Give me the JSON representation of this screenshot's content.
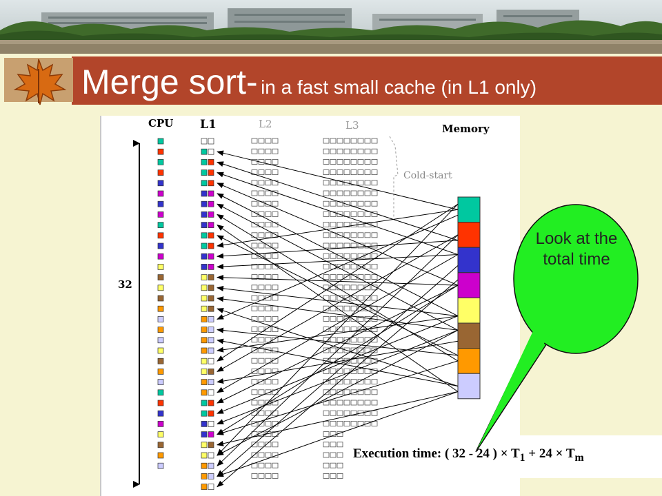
{
  "slide": {
    "title_main": "Merge sort-",
    "title_sub": "in a fast small cache (in L1 only)"
  },
  "diagram": {
    "labels": {
      "cpu": "CPU",
      "l1": "L1",
      "l2": "L2",
      "l3": "L3",
      "memory": "Memory",
      "cold_start": "Cold-start",
      "count": "32"
    },
    "memory_colors": [
      "#00c8a0",
      "#ff3300",
      "#3333cc",
      "#cc00cc",
      "#ffff66",
      "#996633",
      "#ff9900",
      "#ccccff"
    ],
    "cpu_sequence": [
      0,
      1,
      0,
      1,
      2,
      3,
      2,
      3,
      0,
      1,
      2,
      3,
      4,
      5,
      4,
      5,
      6,
      7,
      6,
      7,
      4,
      5,
      6,
      7,
      0,
      1,
      2,
      3,
      4,
      5,
      6,
      7
    ]
  },
  "callout": {
    "text": "Look at the total time",
    "color": "#22ee22"
  },
  "execution": {
    "label": "Execution time:",
    "formula": "( 32 - 24 ) × T",
    "sub1": "1",
    "plus": " + 24 × T",
    "subm": "m"
  }
}
